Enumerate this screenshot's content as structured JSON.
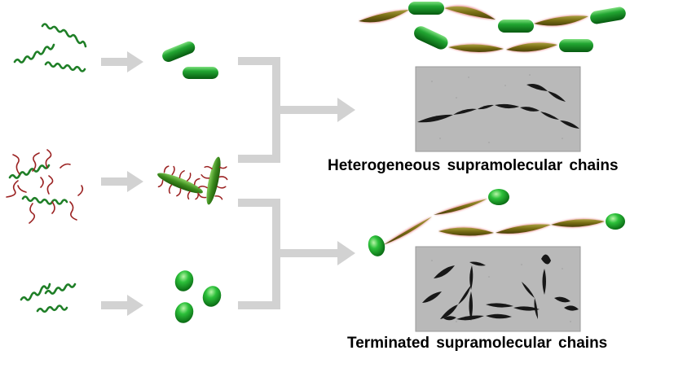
{
  "captions": {
    "heterogeneous": "Heterogeneous supramolecular chains",
    "terminated": "Terminated supramolecular chains"
  },
  "colors": {
    "polymer_green": "#1f8a2a",
    "rod_green": "#22a632",
    "rod_dark": "#0a5a12",
    "corona_red": "#8b1a1a",
    "spindle_olive": "#7a7a12",
    "arrow_gray": "#d2d2d2",
    "tem_background": "#b8b8b8",
    "tem_particle": "#151515"
  },
  "rows": [
    {
      "name": "homopolymer-row",
      "left_icon": "helix-polymer-icon",
      "right_icon": "green-rod-micelles-icon"
    },
    {
      "name": "coil-block-row",
      "left_icon": "helix-coil-block-polymer-icon",
      "right_icon": "hairy-spindle-micelles-icon"
    },
    {
      "name": "short-polymer-row",
      "left_icon": "short-helix-polymer-icon",
      "right_icon": "green-ellipsoid-seeds-icon"
    }
  ]
}
